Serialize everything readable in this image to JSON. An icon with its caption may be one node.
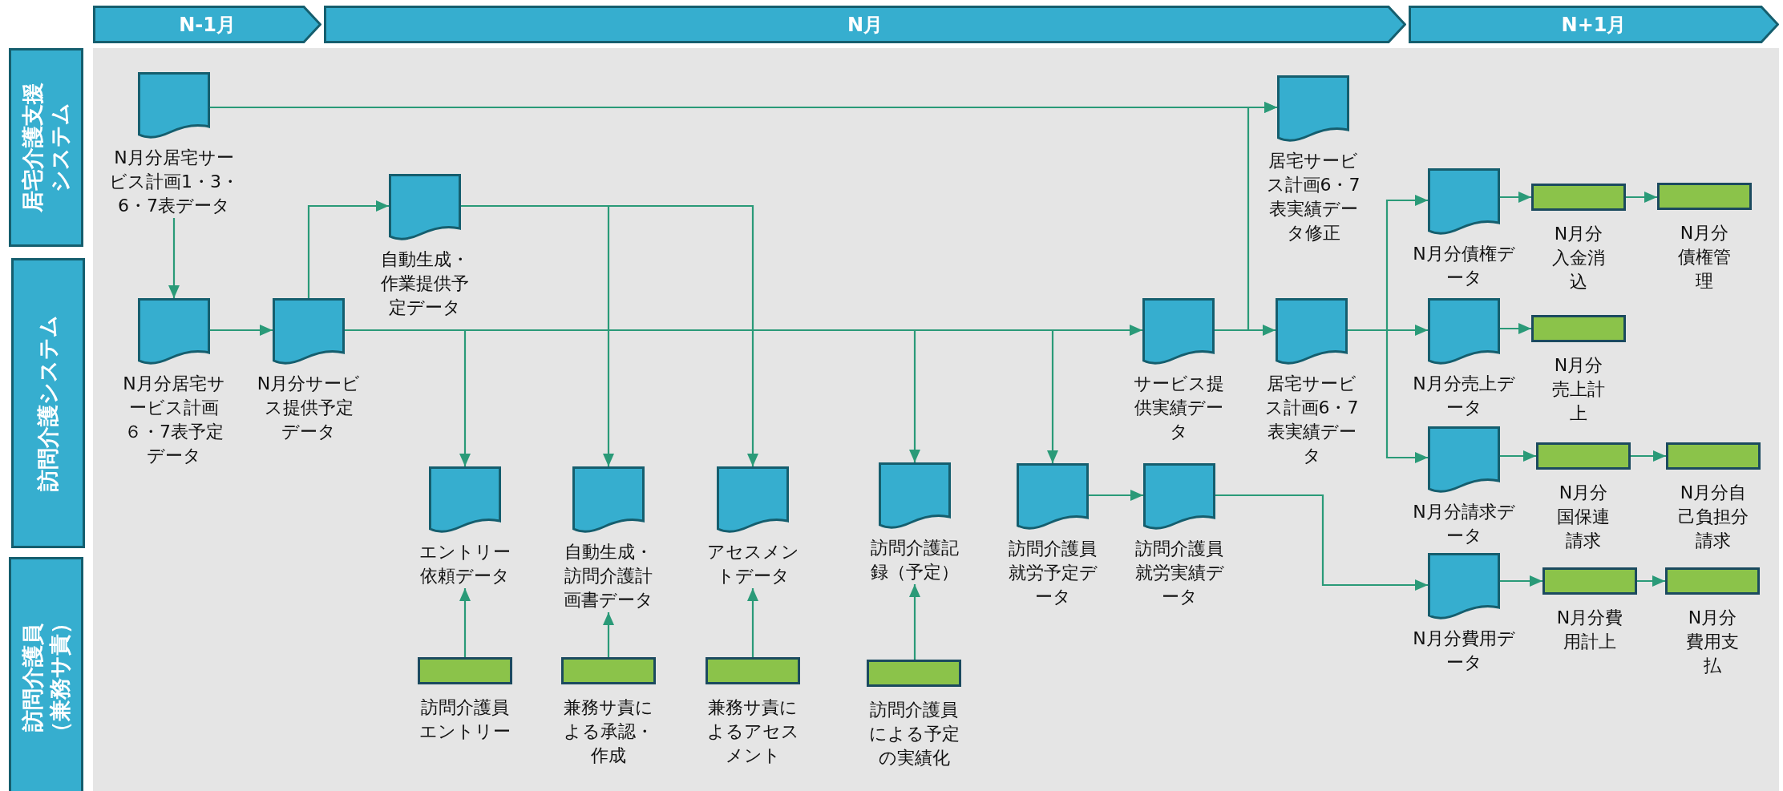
{
  "diagram": {
    "nodes": [
      {
        "text": [
          "N-1月"
        ]
      },
      {
        "text": [
          "N月"
        ]
      },
      {
        "text": [
          "N+1月"
        ]
      },
      {
        "text": [
          "居宅介護支援システム"
        ]
      },
      {
        "text": [
          "訪問介護システム"
        ]
      },
      {
        "text": [
          "訪問介護員（兼務サ責）"
        ]
      },
      {
        "text": [
          "N月分居宅サービス計画1・3・6・7表データ"
        ]
      },
      {
        "text": [
          "N月分居宅サービス計画６・7表予定データ"
        ]
      },
      {
        "text": [
          "N月分サービス提供予定データ"
        ]
      },
      {
        "text": [
          "自動生成・作業提供予定データ"
        ]
      },
      {
        "text": [
          "居宅サービス計画6・7表実績データ修正"
        ]
      },
      {
        "text": [
          "サービス提供実績データ"
        ]
      },
      {
        "text": [
          "居宅サービス計画6・7表実績データ"
        ]
      },
      {
        "text": [
          "エントリー依頼データ"
        ]
      },
      {
        "text": [
          "自動生成・訪問介護計画書データ"
        ]
      },
      {
        "text": [
          "アセスメントデータ"
        ]
      },
      {
        "text": [
          "訪問介護記録（予定）"
        ]
      },
      {
        "text": [
          "訪問介護員就労予定データ"
        ]
      },
      {
        "text": [
          "訪問介護員就労実績データ"
        ]
      },
      {
        "text": [
          "N月分債権データ"
        ]
      },
      {
        "text": [
          "N月分入金消込"
        ]
      },
      {
        "text": [
          "N月分債権管理"
        ]
      },
      {
        "text": [
          "N月分売上データ"
        ]
      },
      {
        "text": [
          "N月分売上計上"
        ]
      },
      {
        "text": [
          "N月分請求データ"
        ]
      },
      {
        "text": [
          "N月分国保連請求"
        ]
      },
      {
        "text": [
          "N月分自己負担分請求"
        ]
      },
      {
        "text": [
          "N月分費用データ"
        ]
      },
      {
        "text": [
          "N月分費用計上"
        ]
      },
      {
        "text": [
          "N月分費用支払"
        ]
      },
      {
        "text": [
          "訪問介護員エントリー"
        ]
      },
      {
        "text": [
          "兼務サ責による承認・作成"
        ]
      },
      {
        "text": [
          "兼務サ責によるアセスメント"
        ]
      },
      {
        "text": [
          "訪問介護員による予定の実績化"
        ]
      }
    ],
    "edges": [
      {
        "from": 6,
        "to": 10,
        "arrow": "to"
      },
      {
        "from": 6,
        "to": 7,
        "arrow": "to"
      },
      {
        "from": 7,
        "to": 8,
        "arrow": "to"
      },
      {
        "from": 8,
        "to": 9,
        "arrow": "to"
      },
      {
        "from": 8,
        "to": 11,
        "arrow": "to"
      },
      {
        "from": 8,
        "to": 13,
        "arrow": "to"
      },
      {
        "from": 8,
        "to": 16,
        "arrow": "to"
      },
      {
        "from": 8,
        "to": 17,
        "arrow": "to"
      },
      {
        "from": 9,
        "to": 14,
        "arrow": "to"
      },
      {
        "from": 9,
        "to": 15,
        "arrow": "to"
      },
      {
        "from": 11,
        "to": 10,
        "arrow": "to"
      },
      {
        "from": 11,
        "to": 12,
        "arrow": "to"
      },
      {
        "from": 12,
        "to": 19,
        "arrow": "to"
      },
      {
        "from": 12,
        "to": 22,
        "arrow": "to"
      },
      {
        "from": 12,
        "to": 24,
        "arrow": "to"
      },
      {
        "from": 17,
        "to": 18,
        "arrow": "to"
      },
      {
        "from": 18,
        "to": 27,
        "arrow": "to"
      },
      {
        "from": 19,
        "to": 20,
        "arrow": "to"
      },
      {
        "from": 20,
        "to": 21,
        "arrow": "to"
      },
      {
        "from": 22,
        "to": 23,
        "arrow": "to"
      },
      {
        "from": 24,
        "to": 25,
        "arrow": "to"
      },
      {
        "from": 25,
        "to": 26,
        "arrow": "to"
      },
      {
        "from": 27,
        "to": 28,
        "arrow": "to"
      },
      {
        "from": 28,
        "to": 29,
        "arrow": "to"
      },
      {
        "from": 30,
        "to": 13,
        "arrow": "to"
      },
      {
        "from": 31,
        "to": 14,
        "arrow": "to"
      },
      {
        "from": 32,
        "to": 15,
        "arrow": "to"
      },
      {
        "from": 33,
        "to": 16,
        "arrow": "to"
      }
    ]
  }
}
